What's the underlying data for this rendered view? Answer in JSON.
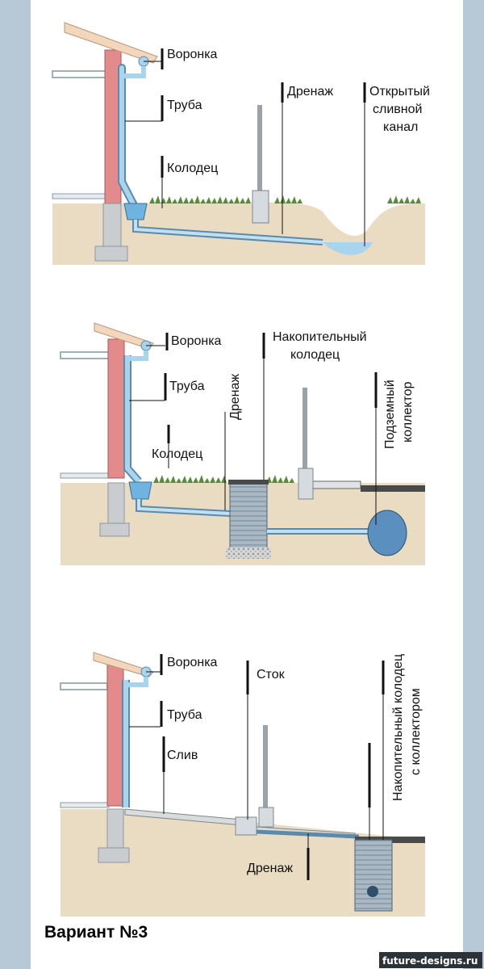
{
  "variants": [
    {
      "labels": {
        "funnel": "Воронка",
        "pipe": "Труба",
        "well": "Колодец",
        "drain": "Дренаж",
        "canal_line1": "Открытый",
        "canal_line2": "сливной",
        "canal_line3": "канал"
      }
    },
    {
      "labels": {
        "funnel": "Воронка",
        "pipe": "Труба",
        "well": "Колодец",
        "drain": "Дренаж",
        "storage_line1": "Накопительный",
        "storage_line2": "колодец",
        "collector_line1": "Подземный",
        "collector_line2": "коллектор"
      }
    },
    {
      "labels": {
        "funnel": "Воронка",
        "pipe": "Труба",
        "outlet": "Слив",
        "runoff": "Сток",
        "drain": "Дренаж",
        "storage_line1": "Накопительный колодец",
        "storage_line2": "с коллектором"
      }
    }
  ],
  "caption": "Вариант №3",
  "watermark": "future-designs.ru",
  "colors": {
    "soil": "#e9dcc3",
    "water": "#a9d4ee",
    "wall": "#e38a8a",
    "foundation": "#c9cdd0",
    "grass": "#5c8a3c",
    "frame": "#b7c9d6"
  }
}
